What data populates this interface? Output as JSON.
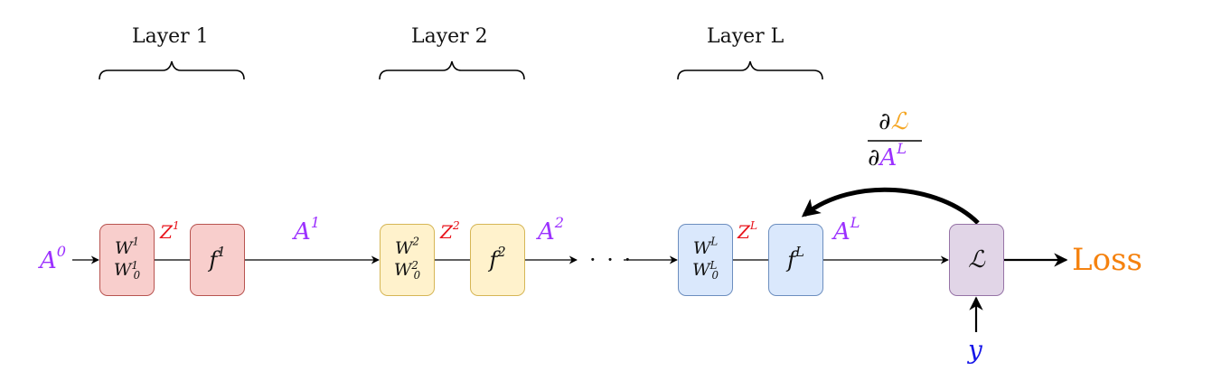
{
  "layers": [
    {
      "title": "Layer 1",
      "w": "W",
      "w0": "W",
      "w_sup": "1",
      "w0_sub": "0",
      "w0_sup": "1",
      "f": "f",
      "f_sup": "1",
      "z": "Z",
      "z_sup": "1"
    },
    {
      "title": "Layer 2",
      "w": "W",
      "w0": "W",
      "w_sup": "2",
      "w0_sub": "0",
      "w0_sup": "2",
      "f": "f",
      "f_sup": "2",
      "z": "Z",
      "z_sup": "2"
    },
    {
      "title": "Layer L",
      "w": "W",
      "w0": "W",
      "w_sup": "L",
      "w0_sub": "0",
      "w0_sup": "L",
      "f": "f",
      "f_sup": "L",
      "z": "Z",
      "z_sup": "L"
    }
  ],
  "activations": {
    "a0": "A",
    "a0_sup": "0",
    "a1": "A",
    "a1_sup": "1",
    "a2": "A",
    "a2_sup": "2",
    "aL": "A",
    "aL_sup": "L"
  },
  "ellipsis": "· · ·",
  "loss_node": {
    "symbol": "ℒ"
  },
  "target": {
    "label": "y"
  },
  "output": {
    "label": "Loss"
  },
  "gradient": {
    "num_partial": "∂",
    "num_symbol": "ℒ",
    "den_partial": "∂",
    "den_var": "A",
    "den_sup": "L"
  },
  "colors": {
    "layer1": "#f8cecc",
    "layer2": "#fff2cc",
    "layerL": "#dae8fc",
    "loss": "#e1d5e7",
    "activation": "#9b30ff",
    "preactivation": "#e8141c",
    "loss_text": "#f5820f",
    "target": "#1515e8"
  }
}
